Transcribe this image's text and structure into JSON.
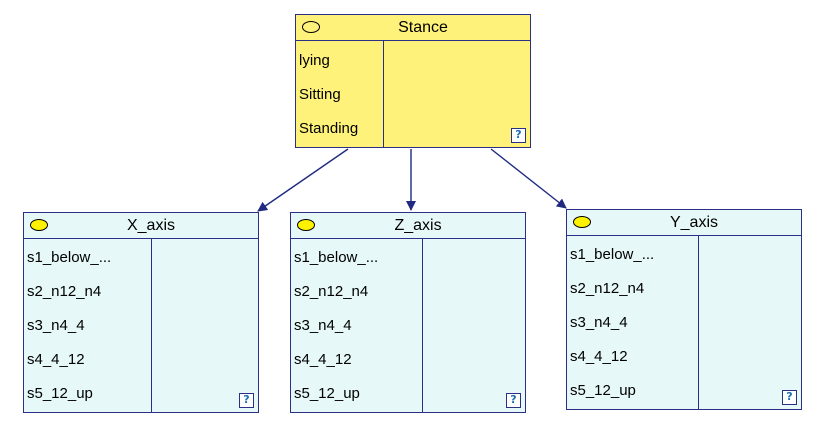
{
  "nodes": {
    "stance": {
      "title": "Stance",
      "states": [
        "lying",
        "Sitting",
        "Standing"
      ],
      "help_glyph": "?",
      "color": "#fff27a"
    },
    "x_axis": {
      "title": "X_axis",
      "states": [
        "s1_below_...",
        "s2_n12_n4",
        "s3_n4_4",
        "s4_4_12",
        "s5_12_up"
      ],
      "help_glyph": "?",
      "color": "#e6f8f8"
    },
    "z_axis": {
      "title": "Z_axis",
      "states": [
        "s1_below_...",
        "s2_n12_n4",
        "s3_n4_4",
        "s4_4_12",
        "s5_12_up"
      ],
      "help_glyph": "?",
      "color": "#e6f8f8"
    },
    "y_axis": {
      "title": "Y_axis",
      "states": [
        "s1_below_...",
        "s2_n12_n4",
        "s3_n4_4",
        "s4_4_12",
        "s5_12_up"
      ],
      "help_glyph": "?",
      "color": "#e6f8f8"
    }
  },
  "edges": [
    {
      "from": "Stance",
      "to": "X_axis"
    },
    {
      "from": "Stance",
      "to": "Z_axis"
    },
    {
      "from": "Stance",
      "to": "Y_axis"
    }
  ],
  "colors": {
    "border": "#2b2f86",
    "arrow": "#1f2a80",
    "indicator_fill": "#fff200"
  }
}
